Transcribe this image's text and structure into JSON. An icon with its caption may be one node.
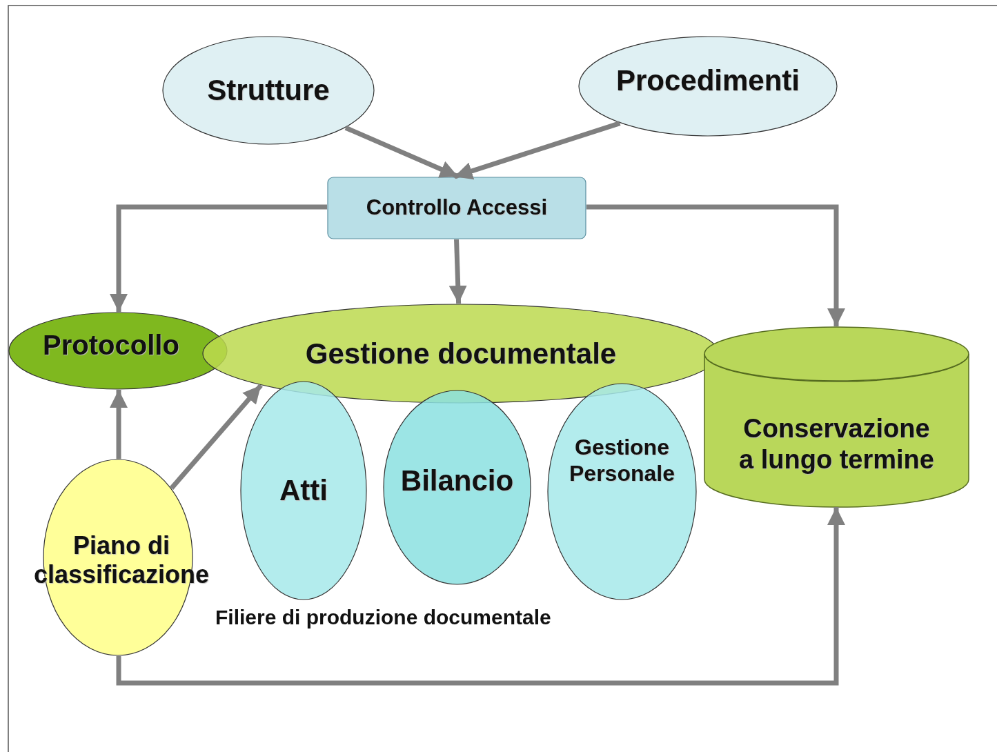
{
  "diagram": {
    "nodes": [
      {
        "text": [
          "Strutture"
        ]
      },
      {
        "text": [
          "Procedimenti"
        ]
      },
      {
        "text": [
          "Controllo Accessi"
        ]
      },
      {
        "text": [
          "Protocollo"
        ]
      },
      {
        "text": [
          "Gestione documentale"
        ]
      },
      {
        "text": [
          "Conservazione a lungo termine"
        ]
      },
      {
        "text": [
          "Atti"
        ]
      },
      {
        "text": [
          "Bilancio"
        ]
      },
      {
        "text": [
          "Gestione Personale"
        ]
      },
      {
        "text": [
          "Piano di classificazione"
        ]
      }
    ],
    "edges": [
      {
        "from": 0,
        "to": 2,
        "arrow": "to"
      },
      {
        "from": 1,
        "to": 2,
        "arrow": "to"
      },
      {
        "from": 2,
        "to": 3,
        "arrow": "to"
      },
      {
        "from": 2,
        "to": 4,
        "arrow": "to"
      },
      {
        "from": 2,
        "to": 5,
        "arrow": "to"
      },
      {
        "from": 9,
        "to": 3,
        "arrow": "to"
      },
      {
        "from": 9,
        "to": 4,
        "arrow": "to"
      },
      {
        "from": 9,
        "to": 5,
        "arrow": "to"
      }
    ],
    "labels": [
      "Filiere di produzione documentale"
    ]
  }
}
